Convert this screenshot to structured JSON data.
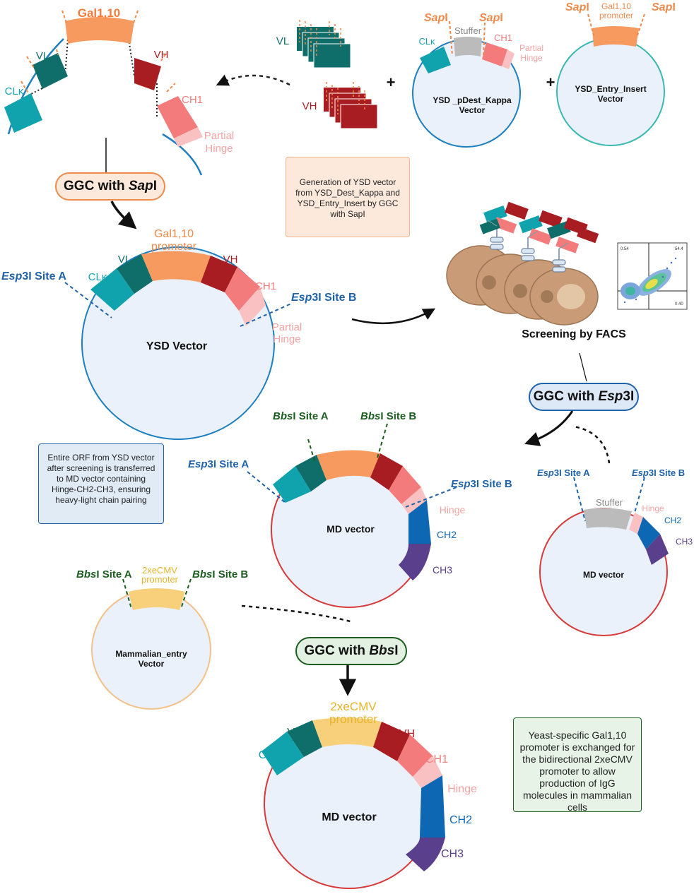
{
  "colors": {
    "clk": "#11a3ad",
    "vl": "#0f6e6a",
    "gal": "#f79a5f",
    "vh": "#a81d22",
    "ch1": "#f47b7b",
    "hinge": "#f9c1c1",
    "ch2": "#0e67b3",
    "ch3": "#5a3f8c",
    "cmv": "#f8cf7a",
    "stuffer": "#bbbbbb",
    "blue_label": "#1f63a8",
    "green_label": "#1c5e20",
    "orange_label": "#f08a4b",
    "vector_fill": "#eaf1fb",
    "ysd_ring": "#1d7fc0",
    "md_ring": "#d83a3a",
    "entry_ring": "#3bb8b0",
    "mammal_ring": "#f5c18a"
  },
  "top_left_assembly": {
    "gal": "Gal1,10",
    "vl": "VL",
    "vh": "VH",
    "clk": "CLκ",
    "ch1": "CH1",
    "partial_hinge": "Partial\nHinge"
  },
  "fragments": {
    "vl": "VL",
    "vh": "VH"
  },
  "pdest_vector": {
    "sap1": "Sap",
    "sap2": "Sap",
    "roman": "I",
    "stuffer": "Stuffer",
    "clk": "CLκ",
    "ch1": "CH1",
    "partial_hinge": "Partial\nHinge",
    "name": "YSD _pDest_Kappa\nVector"
  },
  "entry_vector": {
    "sap1": "Sap",
    "sap2": "Sap",
    "roman": "I",
    "promoter": "Gal1,10\npromoter",
    "name": "YSD_Entry_Insert\nVector"
  },
  "plus": "+",
  "pill_sap": {
    "prefix": "GGC with ",
    "enzyme": "Sap",
    "suffix": "I"
  },
  "pill_esp": {
    "prefix": "GGC with ",
    "enzyme": "Esp",
    "suffix": "3I"
  },
  "pill_bbs": {
    "prefix": "GGC with ",
    "enzyme": "Bbs",
    "suffix": "I"
  },
  "info_ysd": "Generation of YSD vector from YSD_Dest_Kappa and YSD_Entry_Insert by GGC with SapI",
  "ysd_vector": {
    "clk": "CLκ",
    "vl": "VL",
    "promoter": "Gal1,10\npromoter",
    "vh": "VH",
    "ch1": "CH1",
    "partial_hinge": "Partial\nHinge",
    "site_a": "Site A",
    "site_b": "Site B",
    "esp": "Esp",
    "esp_suffix": "3I",
    "name": "YSD Vector"
  },
  "facs": {
    "title": "Screening by FACS",
    "q1": "0.54",
    "q2": "54.4",
    "q4": "0.40"
  },
  "info_orf": "Entire ORF from YSD vector after screening is transferred to MD vector containing Hinge-CH2-CH3, ensuring heavy-light chain pairing",
  "md_mid": {
    "bbs": "Bbs",
    "bbs_suffix": "I",
    "site_a": "Site A",
    "site_b": "Site B",
    "esp": "Esp",
    "esp_suffix": "3I",
    "hinge": "Hinge",
    "ch2": "CH2",
    "ch3": "CH3",
    "name": "MD vector"
  },
  "md_right": {
    "esp": "Esp",
    "esp_suffix": "3I",
    "site_a": "Site A",
    "site_b": "Site B",
    "stuffer": "Stuffer",
    "hinge": "Hinge",
    "ch2": "CH2",
    "ch3": "CH3",
    "name": "MD vector"
  },
  "mammal_vector": {
    "bbs": "Bbs",
    "bbs_suffix": "I",
    "site_a": "Site A",
    "site_b": "Site B",
    "promoter": "2xeCMV\npromoter",
    "name": "Mammalian_entry\nVector"
  },
  "md_final": {
    "clk": "CLκ",
    "vl": "VL",
    "promoter": "2xeCMV\npromoter",
    "vh": "VH",
    "ch1": "CH1",
    "hinge": "Hinge",
    "ch2": "CH2",
    "ch3": "CH3",
    "name": "MD vector"
  },
  "info_cmv": "Yeast-specific Gal1,10 promoter is exchanged for the bidirectional 2xeCMV promoter to allow production of IgG molecules in mammalian cells"
}
